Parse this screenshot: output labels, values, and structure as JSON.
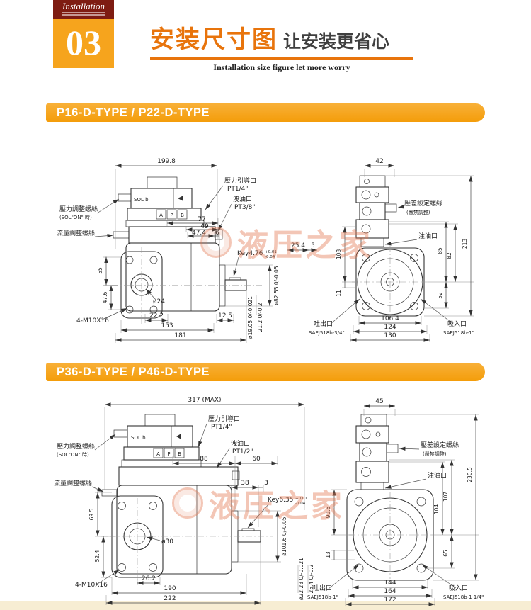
{
  "header": {
    "badge": {
      "label": "Installation",
      "number": "03",
      "bg": "#f6a41d",
      "band_bg": "#7e1c12"
    },
    "title": "安装尺寸图",
    "title_suffix": "让安装更省心",
    "subtitle": "Installation size figure let more worry",
    "accent": "#e8740c"
  },
  "watermark": {
    "text": "液压之家"
  },
  "sections": [
    {
      "title": "P16-D-TYPE / P22-D-TYPE",
      "front": {
        "dim_total_width": "199.8",
        "sol_label": "SOL b",
        "valve_ports": [
          "A",
          "P",
          "B"
        ],
        "label_pilot_port": "壓力引導口",
        "label_pilot_port_spec": "PT1/4\"",
        "label_drain_port": "洩油口",
        "label_drain_port_spec": "PT3/8\"",
        "label_pressure_screw": "壓力調整螺絲",
        "label_pressure_screw_note": "(SOL\"ON\" 時)",
        "label_flow_screw": "流量調整螺絲",
        "dim_77": "77",
        "dim_49": "49",
        "dim_47_4": "47.4",
        "dim_6": "6",
        "dim_25_4": "25.4",
        "dim_5": "5",
        "key_label": "Key4.76",
        "key_tol_top": "+0.01",
        "key_tol_bot": "-0.04",
        "dim_55": "55",
        "dim_47_6": "47.6",
        "dim_hole": "ø24",
        "bolt_note": "4-M10X16",
        "dim_22_2": "22.2",
        "dim_12_5": "12.5",
        "dim_153": "153",
        "dim_181": "181",
        "dim_shaft": "ø19.05 0/-0.021",
        "dim_keyflat": "21.2 0/-0.2",
        "dim_pilot": "ø82.55 0/-0.05"
      },
      "side": {
        "dim_42": "42",
        "label_diff_screw": "壓差設定螺絲",
        "label_diff_screw_note": "(嚴禁調整)",
        "label_fill_port": "注油口",
        "dim_108": "108",
        "dim_11": "11",
        "dim_85": "85",
        "dim_82": "82",
        "dim_213": "213",
        "dim_52": "52",
        "dim_106_4": "106.4",
        "dim_124": "124",
        "dim_130": "130",
        "label_outlet": "吐出口",
        "outlet_spec": "SAEJ518b-3/4\"",
        "label_inlet": "吸入口",
        "inlet_spec": "SAEJ518b-1\""
      }
    },
    {
      "title": "P36-D-TYPE / P46-D-TYPE",
      "front": {
        "dim_total_width": "317 (MAX)",
        "sol_label": "SOL b",
        "valve_ports": [
          "A",
          "P",
          "B"
        ],
        "label_pilot_port": "壓力引導口",
        "label_pilot_port_spec": "PT1/4\"",
        "label_drain_port": "洩油口",
        "label_drain_port_spec": "PT1/2\"",
        "label_pressure_screw": "壓力調整螺絲",
        "label_pressure_screw_note": "(SOL\"ON\" 時)",
        "label_flow_screw": "流量調整螺絲",
        "dim_88": "88",
        "dim_60": "60",
        "dim_38": "38",
        "dim_3": "3",
        "key_label": "Key6.35",
        "key_tol_top": "+0.01",
        "key_tol_bot": "-0.04",
        "dim_69_5": "69.5",
        "dim_52_4": "52.4",
        "dim_hole": "ø30",
        "bolt_note": "4-M10X16",
        "dim_26_2": "26.2",
        "dim_190": "190",
        "dim_222": "222",
        "dim_shaft": "ø22.23 0/-0.021",
        "dim_keyflat": "25.4 0/-0.2",
        "dim_pilot": "ø101.6 0/-0.05"
      },
      "side": {
        "dim_45": "45",
        "label_diff_screw": "壓差設定螺絲",
        "label_diff_screw_note": "(嚴禁調整)",
        "label_fill_port": "注油口",
        "dim_90_5": "90.5",
        "dim_13": "13",
        "dim_107": "107",
        "dim_104": "104",
        "dim_230_5": "230.5",
        "dim_65": "65",
        "dim_144": "144",
        "dim_164": "164",
        "dim_172": "172",
        "label_outlet": "吐出口",
        "outlet_spec": "SAEJ518b-1\"",
        "label_inlet": "吸入口",
        "inlet_spec": "SAEJ518b-1 1/4\""
      }
    }
  ]
}
